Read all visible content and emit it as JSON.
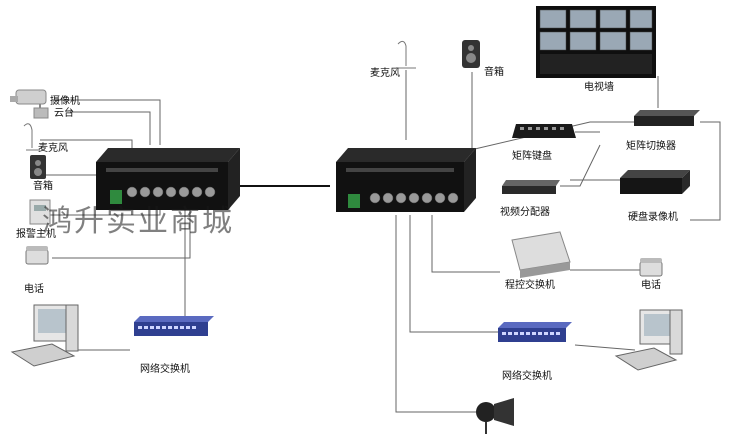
{
  "labels": {
    "camera": "摄像机",
    "ptz": "云台",
    "mic_left": "麦克风",
    "speaker_left": "音箱",
    "alarm_host": "报警主机",
    "phone_left": "电话",
    "switch_left": "网络交换机",
    "mic_top": "麦克风",
    "speaker_top": "音箱",
    "tv_wall": "电视墙",
    "matrix_keyboard": "矩阵键盘",
    "matrix_switcher": "矩阵切换器",
    "video_distributor": "视频分配器",
    "dvr": "硬盘录像机",
    "pbx": "程控交换机",
    "phone_right": "电话",
    "switch_right": "网络交换机"
  },
  "watermark": "鸿升实业商城",
  "colors": {
    "line": "#555555",
    "device_dark": "#141414",
    "bnc": "#8f8f8f",
    "switch_blue": "#3a4a9a",
    "screen": "#9aa8b5"
  }
}
